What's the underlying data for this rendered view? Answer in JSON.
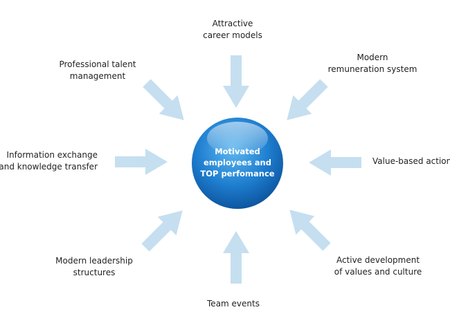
{
  "diagram": {
    "center": {
      "lines": [
        "Motivated",
        "employees and",
        "TOP perfomance"
      ]
    },
    "factors": [
      {
        "id": "career",
        "lines": [
          "Attractive",
          "career models"
        ]
      },
      {
        "id": "remuneration",
        "lines": [
          "Modern",
          "remuneration system"
        ]
      },
      {
        "id": "values",
        "lines": [
          "Value-based action"
        ]
      },
      {
        "id": "culture",
        "lines": [
          "Active development",
          "of values and culture"
        ]
      },
      {
        "id": "events",
        "lines": [
          "Team events"
        ]
      },
      {
        "id": "leadership",
        "lines": [
          "Modern leadership",
          "structures"
        ]
      },
      {
        "id": "information",
        "lines": [
          "Information exchange",
          "and knowledge transfer"
        ]
      },
      {
        "id": "talent",
        "lines": [
          "Professional talent",
          "management"
        ]
      }
    ],
    "colors": {
      "arrow": "#c5dff0",
      "circle_light": "#4fa8e6",
      "circle_dark": "#0b5aa8",
      "text": "#1f1f1f"
    }
  }
}
